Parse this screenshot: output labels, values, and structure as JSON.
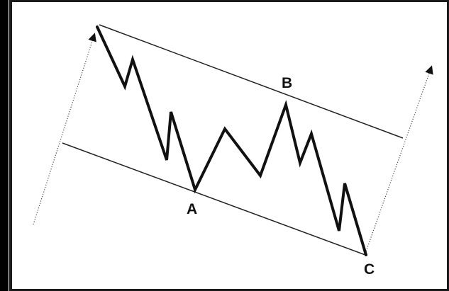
{
  "diagram": {
    "labels": {
      "a": "A",
      "b": "B",
      "c": "C"
    },
    "colors": {
      "line": "#111111",
      "channel": "#222222",
      "guide": "#444444",
      "background": "#ffffff",
      "left_bar": "#000000"
    }
  }
}
